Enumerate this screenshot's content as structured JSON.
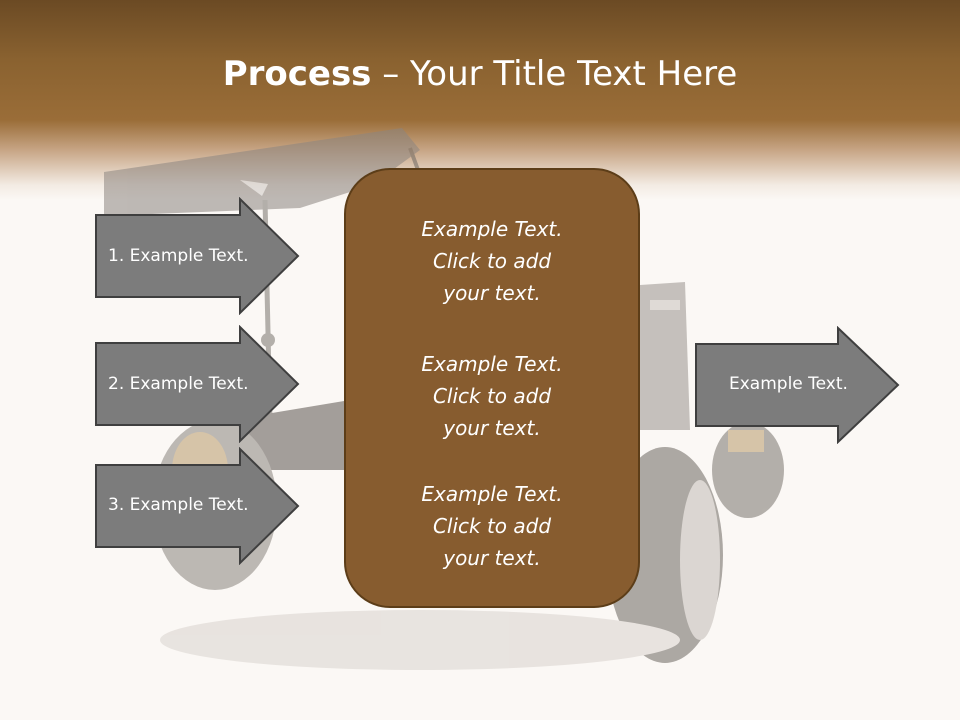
{
  "slide": {
    "title_bold": "Process",
    "title_rest": " – Your Title Text Here"
  },
  "steps": [
    {
      "label": "1. Example Text."
    },
    {
      "label": "2. Example Text."
    },
    {
      "label": "3. Example Text."
    }
  ],
  "center_blocks": [
    {
      "line1": "Example Text.",
      "line2": "Click  to add",
      "line3": "your text."
    },
    {
      "line1": "Example Text.",
      "line2": "Click  to add",
      "line3": "your text."
    },
    {
      "line1": "Example Text.",
      "line2": "Click  to add",
      "line3": "your text."
    }
  ],
  "output": {
    "label": "Example Text."
  },
  "colors": {
    "header_brown": "#8a6230",
    "center_box": "#875c2f",
    "arrow_gray": "#7c7c7c"
  }
}
